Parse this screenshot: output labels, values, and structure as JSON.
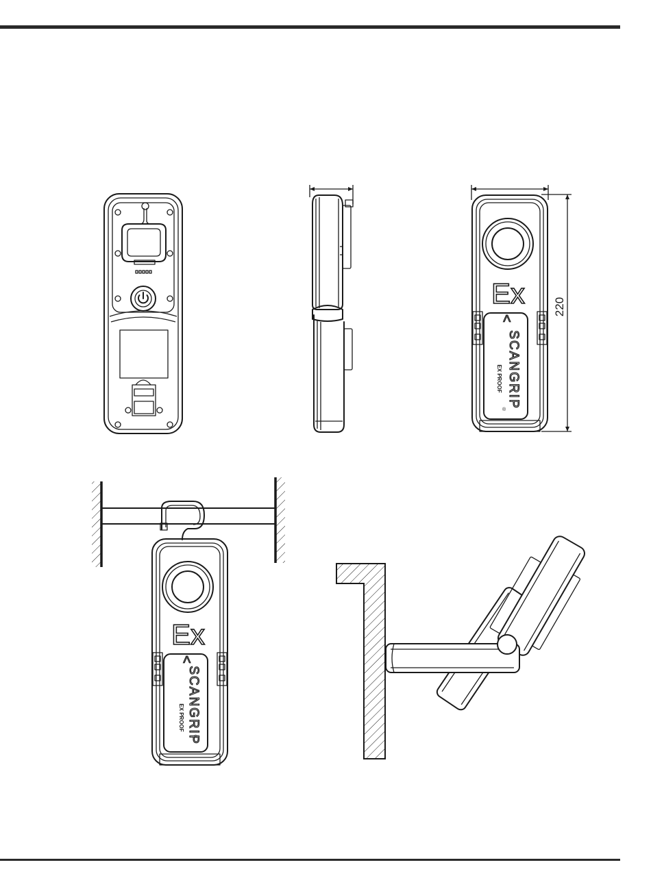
{
  "dimension_label": "220",
  "ex_mark": "Ex",
  "brand_name": "SCANGRIP",
  "brand_chevron": "<",
  "brand_subtitle": "EX PROOF",
  "registered_mark": "®",
  "colors": {
    "line": "#1a1a1a",
    "rule": "#2a2a2a",
    "background": "#ffffff"
  },
  "icons": [
    "power-icon",
    "magnet-icon",
    "hook-icon",
    "hatched-wall-icon"
  ]
}
